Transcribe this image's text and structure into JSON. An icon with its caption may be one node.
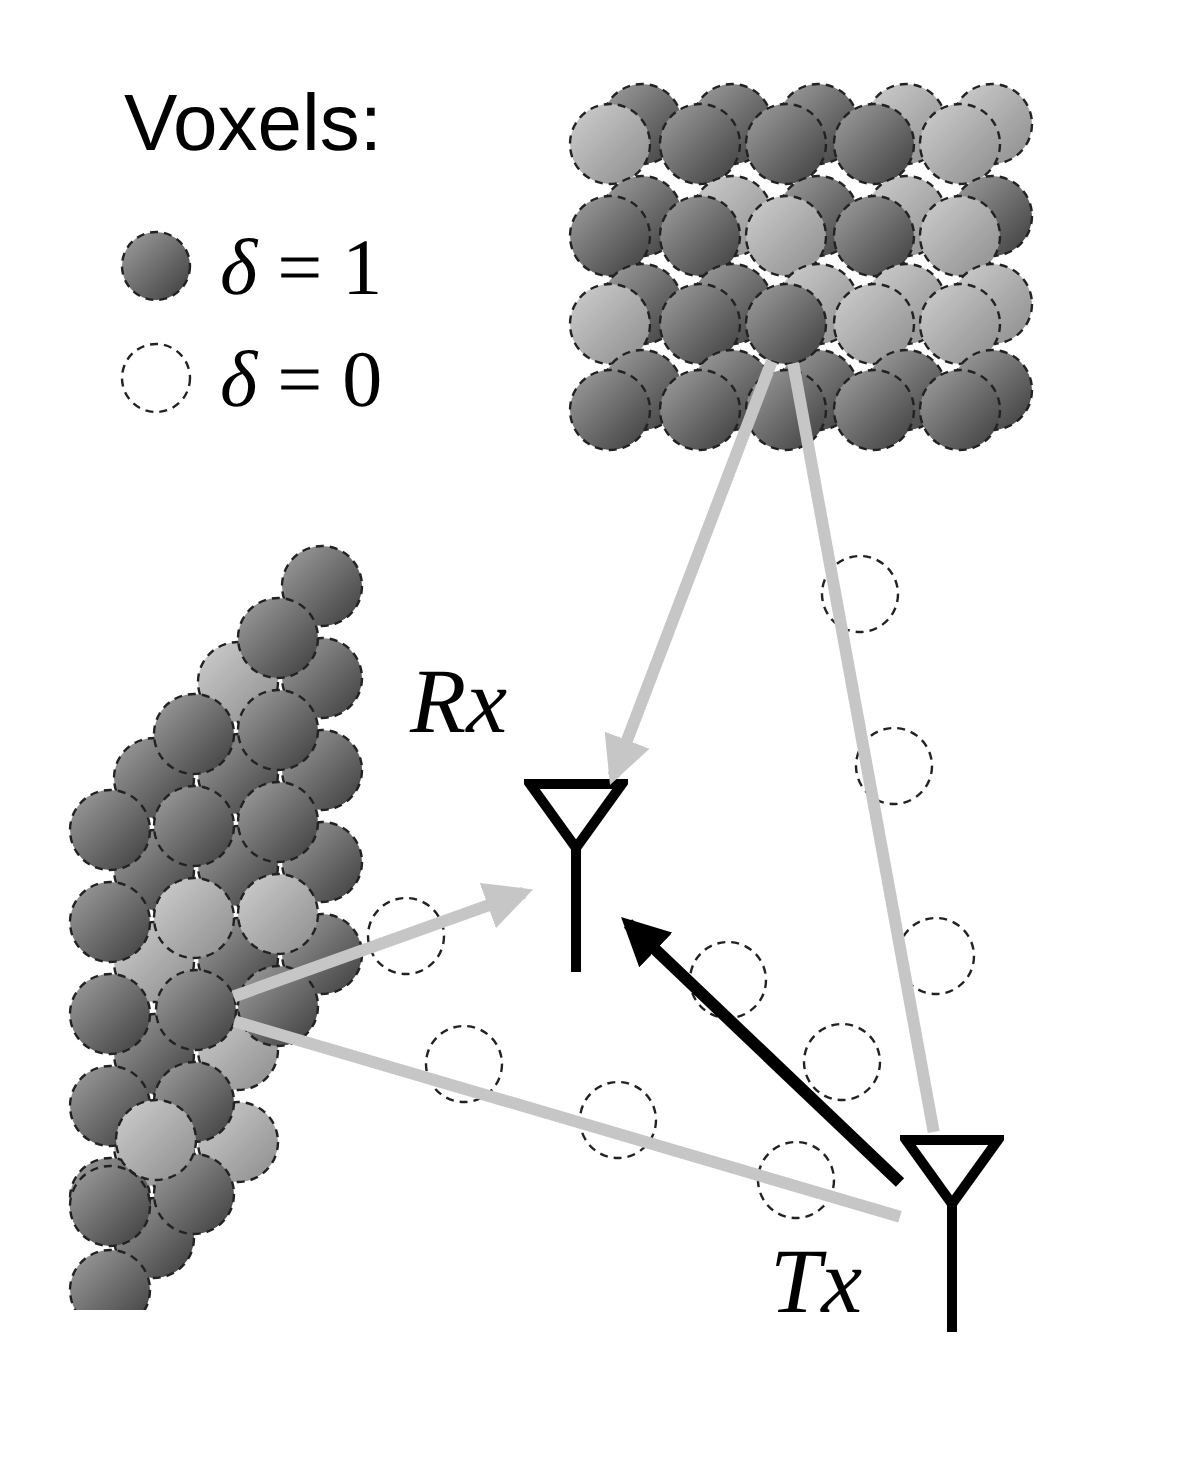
{
  "diagram": {
    "nodes": [
      {
        "text": [],
        "shape": "picture"
      },
      {
        "text": [],
        "shape": "circle",
        "in": 0
      },
      {
        "text": [],
        "shape": "picture"
      },
      {
        "text": [],
        "shape": "circle",
        "in": 2
      },
      {
        "text": [
          "Rx"
        ]
      },
      {
        "text": [
          "Tx"
        ]
      }
    ],
    "edges": [
      {
        "from": 5,
        "to": 1,
        "arrow": "none"
      },
      {
        "from": 1,
        "to": 4,
        "arrow": "to"
      },
      {
        "from": 5,
        "to": 3,
        "arrow": "none"
      },
      {
        "from": 3,
        "to": 4,
        "arrow": "to"
      },
      {
        "from": 5,
        "to": 4,
        "arrow": "to",
        "color": "#000000"
      }
    ],
    "labels": [
      "Voxels:"
    ],
    "legend": [
      {
        "text": "*δ* = 1"
      },
      {
        "text": "*δ* = 0"
      }
    ]
  }
}
